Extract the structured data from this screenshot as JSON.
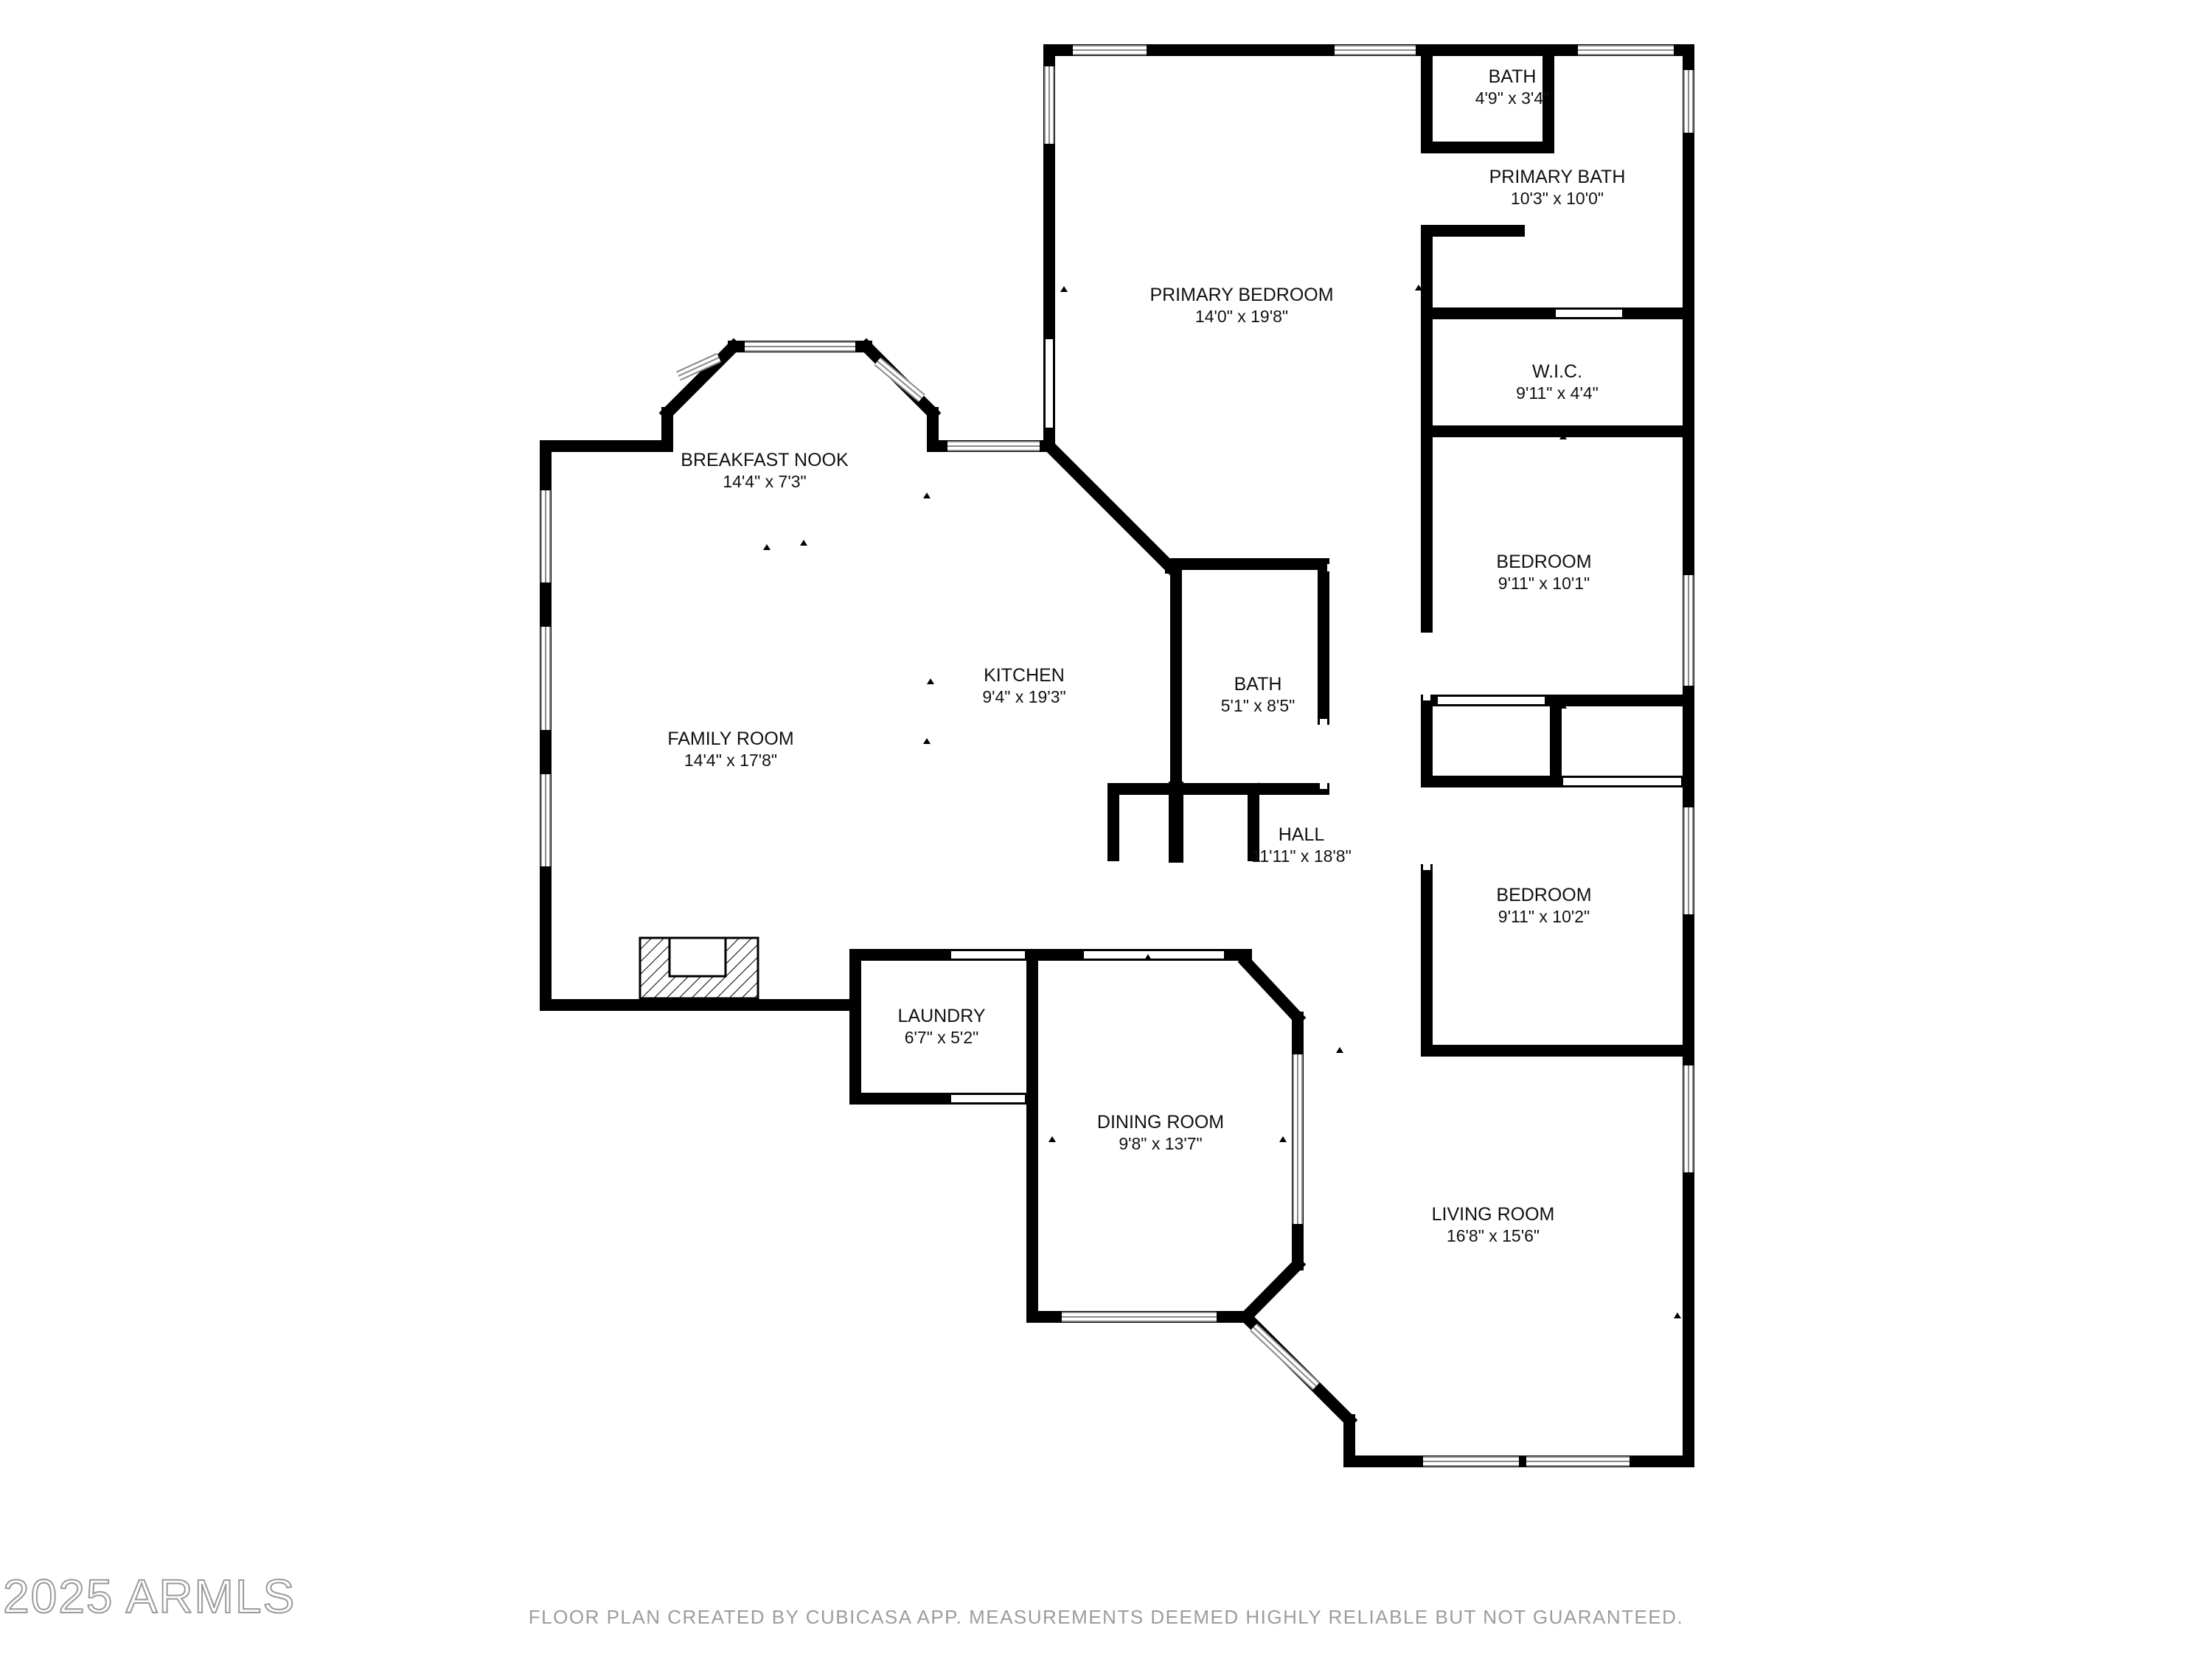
{
  "rooms": {
    "primary_bedroom": {
      "name": "PRIMARY BEDROOM",
      "dim": "14'0\" x 19'8\""
    },
    "bath_small": {
      "name": "BATH",
      "dim": "4'9\" x 3'4\""
    },
    "primary_bath": {
      "name": "PRIMARY BATH",
      "dim": "10'3\" x 10'0\""
    },
    "wic": {
      "name": "W.I.C.",
      "dim": "9'11\" x 4'4\""
    },
    "breakfast_nook": {
      "name": "BREAKFAST NOOK",
      "dim": "14'4\" x 7'3\""
    },
    "kitchen": {
      "name": "KITCHEN",
      "dim": "9'4\" x 19'3\""
    },
    "bath_hall": {
      "name": "BATH",
      "dim": "5'1\" x 8'5\""
    },
    "bedroom_1": {
      "name": "BEDROOM",
      "dim": "9'11\" x 10'1\""
    },
    "family_room": {
      "name": "FAMILY ROOM",
      "dim": "14'4\" x 17'8\""
    },
    "hall": {
      "name": "HALL",
      "dim": "11'11\" x 18'8\""
    },
    "bedroom_2": {
      "name": "BEDROOM",
      "dim": "9'11\" x 10'2\""
    },
    "laundry": {
      "name": "LAUNDRY",
      "dim": "6'7\" x 5'2\""
    },
    "dining_room": {
      "name": "DINING ROOM",
      "dim": "9'8\" x 13'7\""
    },
    "living_room": {
      "name": "LIVING ROOM",
      "dim": "16'8\" x 15'6\""
    }
  },
  "footer": {
    "watermark": "2025 ARMLS",
    "disclaimer": "FLOOR PLAN CREATED BY CUBICASA APP. MEASUREMENTS DEEMED HIGHLY RELIABLE BUT NOT GUARANTEED."
  }
}
